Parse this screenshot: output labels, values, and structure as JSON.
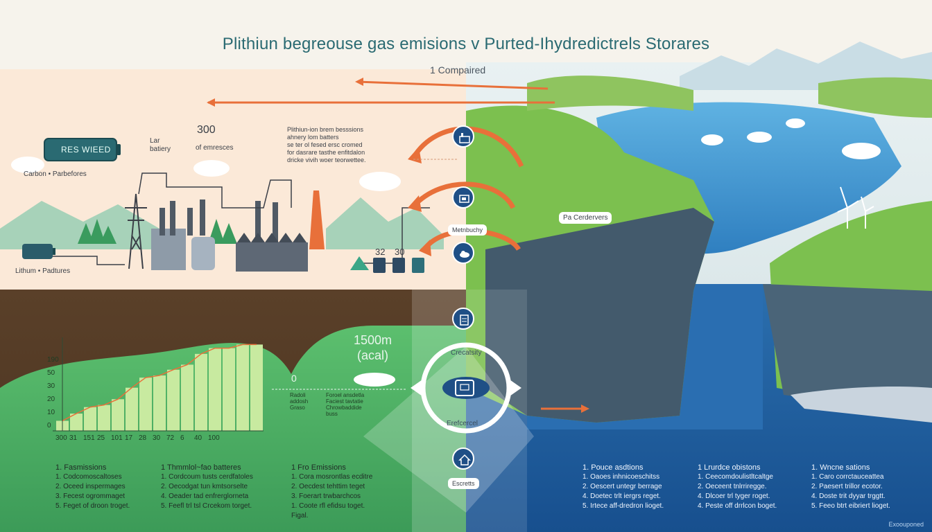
{
  "title": "Plithiun begreouse gas emisions v Purted-Ihydredictrels Storares",
  "subtitle": "1 Compaired",
  "battery_label": "RES WIEED",
  "left_labels": {
    "carbon": "Carbon  •  Parbefores",
    "lithium": "Lithum • Padtures",
    "lar_battery": "Lar\nbatiery",
    "num_300": "300",
    "of_emissions": "of emresces",
    "note": "Plithiun-ion brem besssions\nahnery lom batters\nse ter ol fesed ersc cromed\nfor dasrare tasthe enfitdalon\ndricke vivih woer teorwettee.",
    "num_32": "32",
    "num_30": "30",
    "metricity": "Metnbuchy"
  },
  "right_labels": {
    "pa_centerves": "Pa Cerdervers"
  },
  "chart_data": {
    "type": "bar",
    "title": "",
    "xlabel": "",
    "ylabel": "",
    "categories": [
      "300",
      "31",
      "151",
      "25",
      "101",
      "17",
      "28",
      "30",
      "72",
      "6",
      "40",
      "100",
      "",
      "",
      ""
    ],
    "values": [
      14,
      24,
      33,
      36,
      44,
      60,
      74,
      77,
      85,
      92,
      107,
      115,
      115,
      120,
      120
    ],
    "y_tick_labels": [
      "190",
      "50",
      "30",
      "20",
      "10",
      "0"
    ],
    "ylim": [
      0,
      130
    ],
    "grid": false,
    "line": true
  },
  "mid": {
    "big_value": "1500m",
    "big_unit": "(acal)",
    "cycle_top": "Crecatsity",
    "cycle_bottom": "Erefcercel",
    "bottom_tag": "Escretts",
    "zero_lbl": "0",
    "small_a": "Radoli\naddosh\nGraso",
    "small_b": "Foroel ansdetla\nFaciest tavtatie\nChrowbaddide\nbuss"
  },
  "lists": [
    {
      "header": "1. Fasmissions",
      "items": [
        "1. Codcomoscaltoses",
        "2. Oceed inspermages",
        "3. Fecest ogrommaget",
        "5. Feget of droon troget."
      ]
    },
    {
      "header": "1  Thmmlol~fao batteres",
      "items": [
        "1. Cordcoum tusts cerdfatoles",
        "2. Oecodgat tun kmtsorselte",
        "4. Oeader tad enfrerglorneta",
        "5. Feefl trl tsl Crcekom torget."
      ]
    },
    {
      "header": "1  Fro Emissions",
      "items": [
        "1. Cora mosrontlas ecditre",
        "2. Oecdest tehttim teget",
        "3. Foerart trwbarchcos",
        "1. Coote rfl efidsu toget.",
        "Figal."
      ]
    },
    {
      "header": "1. Pouce asdtions",
      "items": [
        "1. Oaoes inhnicoeschitss",
        "2. Oescert untegr berrage",
        "4. Doetec trlt iergrs reget.",
        "5. Irtece aff-dredron lioget."
      ]
    },
    {
      "header": "1  Lrurdce obistons",
      "items": [
        "1. Ceecomdoulistltcaltge",
        "2. Oeceent tnlrriregge.",
        "4. Dlcoer trl tyger roget.",
        "4. Peste off drrlcon boget."
      ]
    },
    {
      "header": "1. Wncne sations",
      "items": [
        "1. Caro corrctauceattea",
        "2. Paesert trillor ecotor.",
        "4. Doste trit dyyar trggtt.",
        "5. Feeo btrt eibriert lioget."
      ]
    }
  ],
  "corner_text": "Exoouponed",
  "colors": {
    "title": "#2a6a72",
    "orange": "#e8703a",
    "navy": "#1f4f86",
    "grass": "#7cc04f",
    "water": "#2f7fc0",
    "chart_bar": "#c8eaa0"
  }
}
